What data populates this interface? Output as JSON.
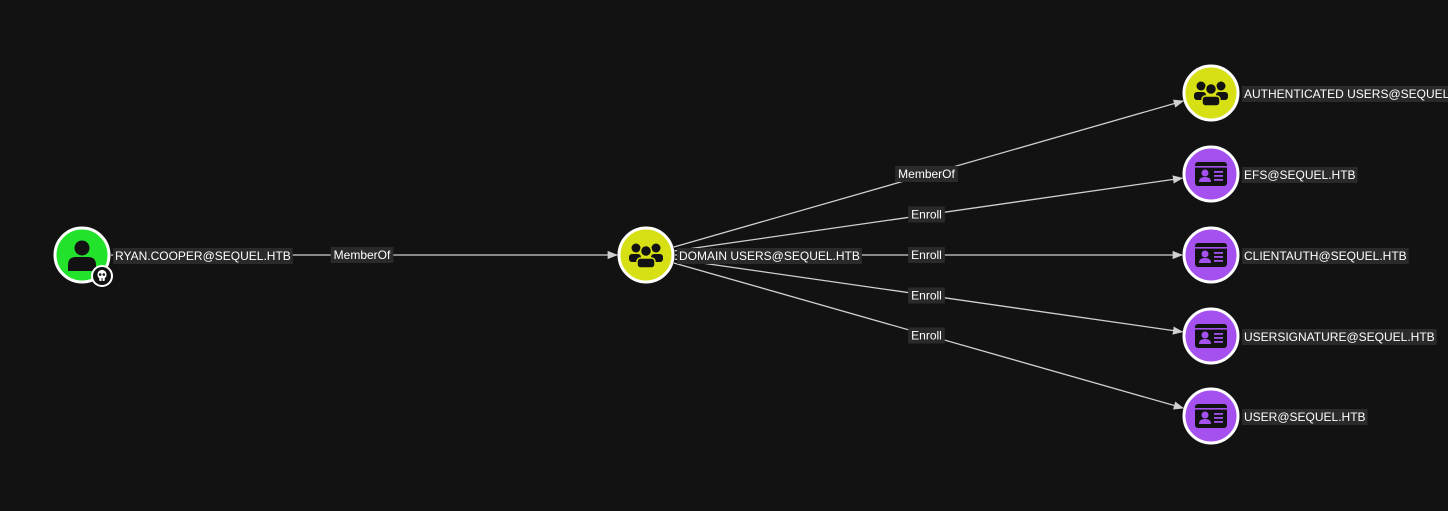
{
  "colors": {
    "background": "#121212",
    "edge": "#d0d0d0",
    "label_background": "#2a2a2a",
    "node_border": "#ffffff",
    "user_node": "#22e22c",
    "group_node": "#d7e014",
    "cert_template_node": "#a451f0",
    "icon": "#121212"
  },
  "nodes": [
    {
      "id": "ryan",
      "label": "RYAN.COOPER@SEQUEL.HTB",
      "kind": "user",
      "icon": "user-icon",
      "badge": "skull-icon"
    },
    {
      "id": "domain_users",
      "label": "DOMAIN USERS@SEQUEL.HTB",
      "kind": "group",
      "icon": "group-icon"
    },
    {
      "id": "auth_users",
      "label": "AUTHENTICATED USERS@SEQUEL",
      "kind": "group",
      "icon": "group-icon"
    },
    {
      "id": "efs",
      "label": "EFS@SEQUEL.HTB",
      "kind": "cert_template",
      "icon": "id-card-icon"
    },
    {
      "id": "clientauth",
      "label": "CLIENTAUTH@SEQUEL.HTB",
      "kind": "cert_template",
      "icon": "id-card-icon"
    },
    {
      "id": "usersignature",
      "label": "USERSIGNATURE@SEQUEL.HTB",
      "kind": "cert_template",
      "icon": "id-card-icon"
    },
    {
      "id": "user",
      "label": "USER@SEQUEL.HTB",
      "kind": "cert_template",
      "icon": "id-card-icon"
    }
  ],
  "edges": [
    {
      "from": "ryan",
      "to": "domain_users",
      "label": "MemberOf"
    },
    {
      "from": "domain_users",
      "to": "auth_users",
      "label": "MemberOf"
    },
    {
      "from": "domain_users",
      "to": "efs",
      "label": "Enroll"
    },
    {
      "from": "domain_users",
      "to": "clientauth",
      "label": "Enroll"
    },
    {
      "from": "domain_users",
      "to": "usersignature",
      "label": "Enroll"
    },
    {
      "from": "domain_users",
      "to": "user",
      "label": "Enroll"
    }
  ]
}
